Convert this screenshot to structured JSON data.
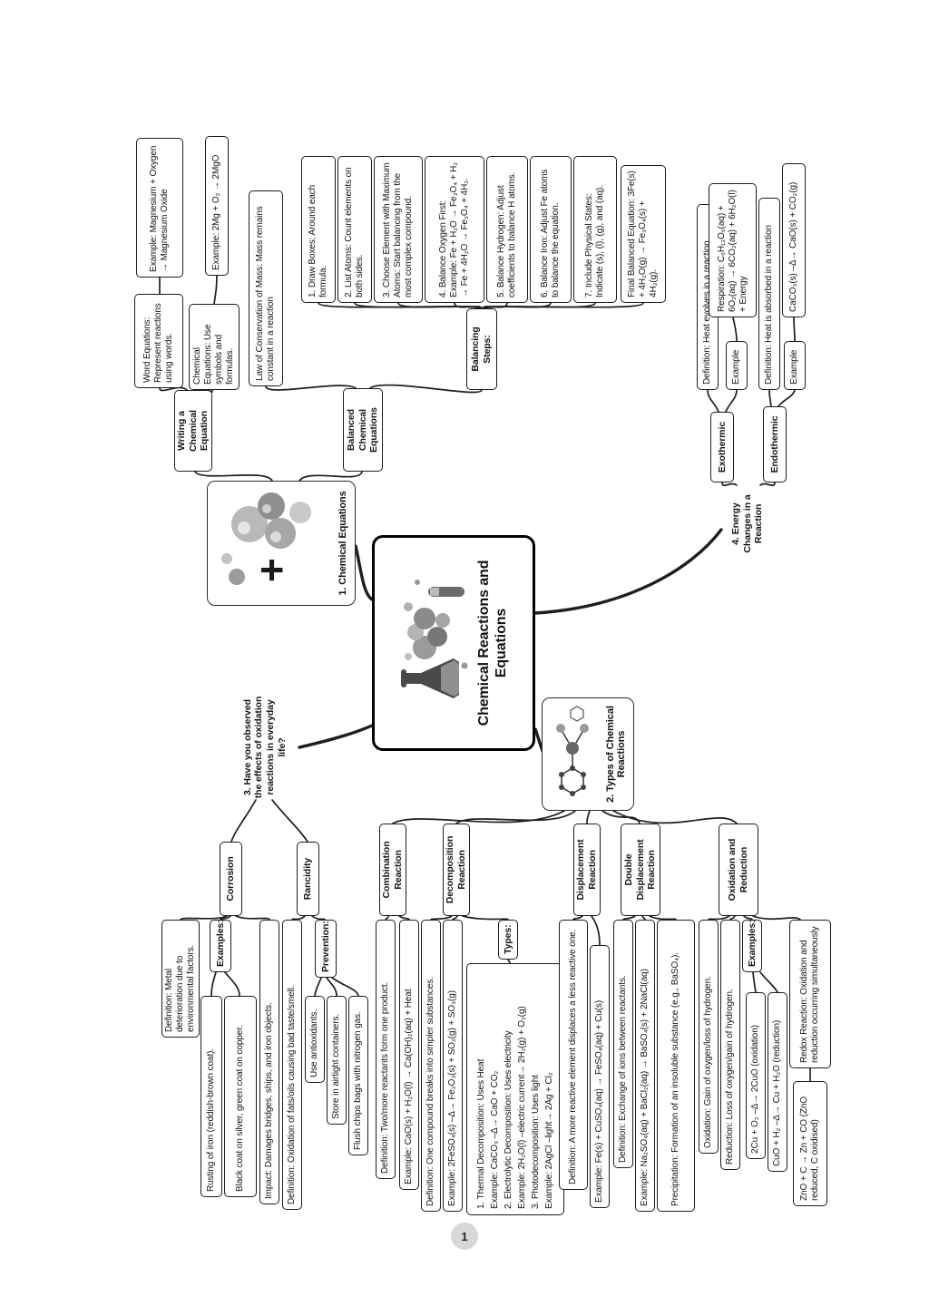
{
  "page_number": "1",
  "colors": {
    "box_border": "#1c1c1c",
    "connector": "#1e1e1e",
    "page_number_bg": "#d8d8d8",
    "ink": "#121212"
  },
  "icons": {
    "root": "chemistry-illustration-icon",
    "branch1": "molecules-plus-icon",
    "branch2": "molecule-structure-icon"
  },
  "root": {
    "title": "Chemical Reactions and Equations"
  },
  "branch1": {
    "label": "1. Chemical Equations",
    "writing_label": "Writing a Chemical Equation",
    "word_equations": "Word Equations: Represent reactions using words.",
    "word_example": "Example: Magnesium + Oxygen → Magnesium Oxide",
    "chemical_equations": "Chemical Equations: Use symbols and formulas.",
    "chemical_example": "Example: 2Mg + O₂ → 2MgO",
    "balanced_label": "Balanced Chemical Equations",
    "law": "Law of Conservation of Mass: Mass remains constant in a reaction",
    "balancing_steps_label": "Balancing Steps:",
    "steps": [
      "1. Draw Boxes: Around each formula.",
      "2. List Atoms: Count elements on both sides.",
      "3. Choose Element with Maximum Atoms: Start balancing from the most complex compound.",
      "4. Balance Oxygen First: Example: Fe + H₂O → Fe₃O₄ + H₂ → Fe + 4H₂O → Fe₃O₄ + 4H₂.",
      "5. Balance Hydrogen: Adjust coefficients to balance H atoms.",
      "6. Balance Iron: Adjust Fe atoms to balance the equation.",
      "7. Include Physical States: Indicate (s), (l), (g), and (aq).",
      "Final Balanced Equation: 3Fe(s) + 4H₂O(g) → Fe₃O₄(s) + 4H₂(g)."
    ]
  },
  "branch2": {
    "label": "2. Types of Chemical Reactions",
    "combination": {
      "label": "Combination Reaction",
      "definition": "Definition: Two/more reactants form one product.",
      "example": "Example: CaO(s) + H₂O(l) → Ca(OH)₂(aq) + Heat"
    },
    "decomposition": {
      "label": "Decomposition Reaction",
      "definition": "Definition: One compound breaks into simpler substances.",
      "example": "Example: 2FeSO₄(s) –Δ→ Fe₂O₃(s) + SO₂(g) + SO₃(g)",
      "types_label": "Types:",
      "types_lines": [
        "1. Thermal Decomposition: Uses Heat",
        "Example: CaCO₃ –Δ→ CaO + CO₂",
        "2. Electrolytic Decomposition: Uses electricity",
        "Example: 2H₂O(l) –electric current→ 2H₂(g) + O₂(g)",
        "3. Photodecomposition: Uses light",
        "Example: 2AgCl –light→ 2Ag + Cl₂"
      ]
    },
    "displacement": {
      "label": "Displacement Reaction",
      "definition": "Definition: A more reactive element displaces a less reactive one.",
      "example": "Example: Fe(s) + CuSO₄(aq) → FeSO₄(aq) + Cu(s)"
    },
    "double_displacement": {
      "label": "Double Displacement Reaction",
      "definition": "Definition: Exchange of ions between reactants.",
      "example": "Example: Na₂SO₄(aq) + BaCl₂(aq) → BaSO₄(s) + 2NaCl(aq)",
      "precipitation": "Precipitation: Formation of an insoluble substance (e.g., BaSO₄)."
    },
    "oxidation_reduction": {
      "label": "Oxidation and Reduction",
      "oxidation": "Oxidation: Gain of oxygen/loss of hydrogen.",
      "reduction": "Reduction: Loss of oxygen/gain of hydrogen.",
      "examples_label": "Examples:",
      "example_oxidation": "2Cu + O₂ –Δ→ 2CuO (oxidation)",
      "example_reduction": "CuO + H₂ –Δ→ Cu + H₂O (reduction)",
      "redox": "Redox Reaction: Oxidation and reduction occurring simultaneously",
      "redox_example": "ZnO + C → Zn + CO (ZnO reduced, C oxidised)"
    }
  },
  "branch3": {
    "label": "3. Have you observed the effects of oxidation reactions in everyday life?",
    "corrosion": {
      "label": "Corrosion",
      "definition": "Definition: Metal deterioration due to environmental factors.",
      "examples_label": "Examples:",
      "example1": "Rusting of iron (reddish-brown coat).",
      "example2": "Black coat on silver, green coat on copper.",
      "impact": "Impact: Damages bridges, ships, and iron objects."
    },
    "rancidity": {
      "label": "Rancidity",
      "definition": "Definition: Oxidation of fats/oils causing bad taste/smell.",
      "prevention_label": "Prevention:",
      "p1": "Use antioxidants.",
      "p2": "Store in airtight containers.",
      "p3": "Flush chips bags with nitrogen gas."
    }
  },
  "branch4": {
    "label": "4. Energy Changes in a Reaction",
    "exothermic": {
      "label": "Exothermic",
      "definition": "Definition: Heat evolves in a reaction",
      "example_label": "Example",
      "example": "Respiration: C₆H₁₂O₆(aq) + 6O₂(aq) → 6CO₂(aq) + 6H₂O(l) + Energy"
    },
    "endothermic": {
      "label": "Endothermic",
      "definition": "Definition: Heat is absorbed in a reaction",
      "example_label": "Example",
      "example": "CaCO₃(s) –Δ→ CaO(s) + CO₂(g)"
    }
  }
}
